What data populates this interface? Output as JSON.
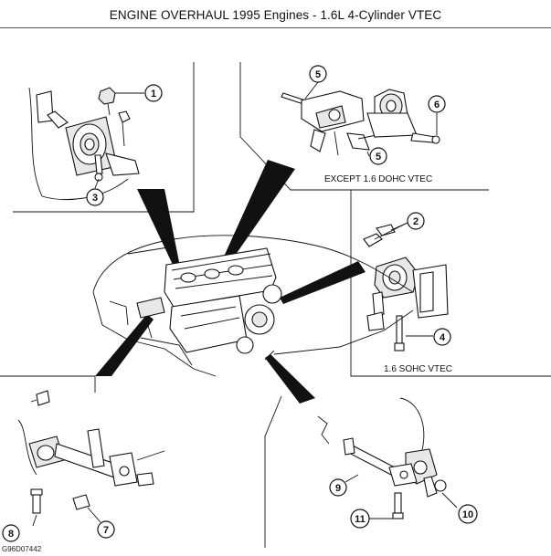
{
  "header": {
    "title": "ENGINE OVERHAUL 1995 Engines - 1.6L 4-Cylinder VTEC"
  },
  "diagram": {
    "labels": {
      "except_dohc": "EXCEPT 1.6 DOHC VTEC",
      "sohc": "1.6 SOHC VTEC"
    },
    "callouts": [
      "1",
      "2",
      "3",
      "4",
      "5",
      "5",
      "6",
      "7",
      "8",
      "9",
      "10",
      "11"
    ],
    "figure_code": "G96D07442"
  }
}
